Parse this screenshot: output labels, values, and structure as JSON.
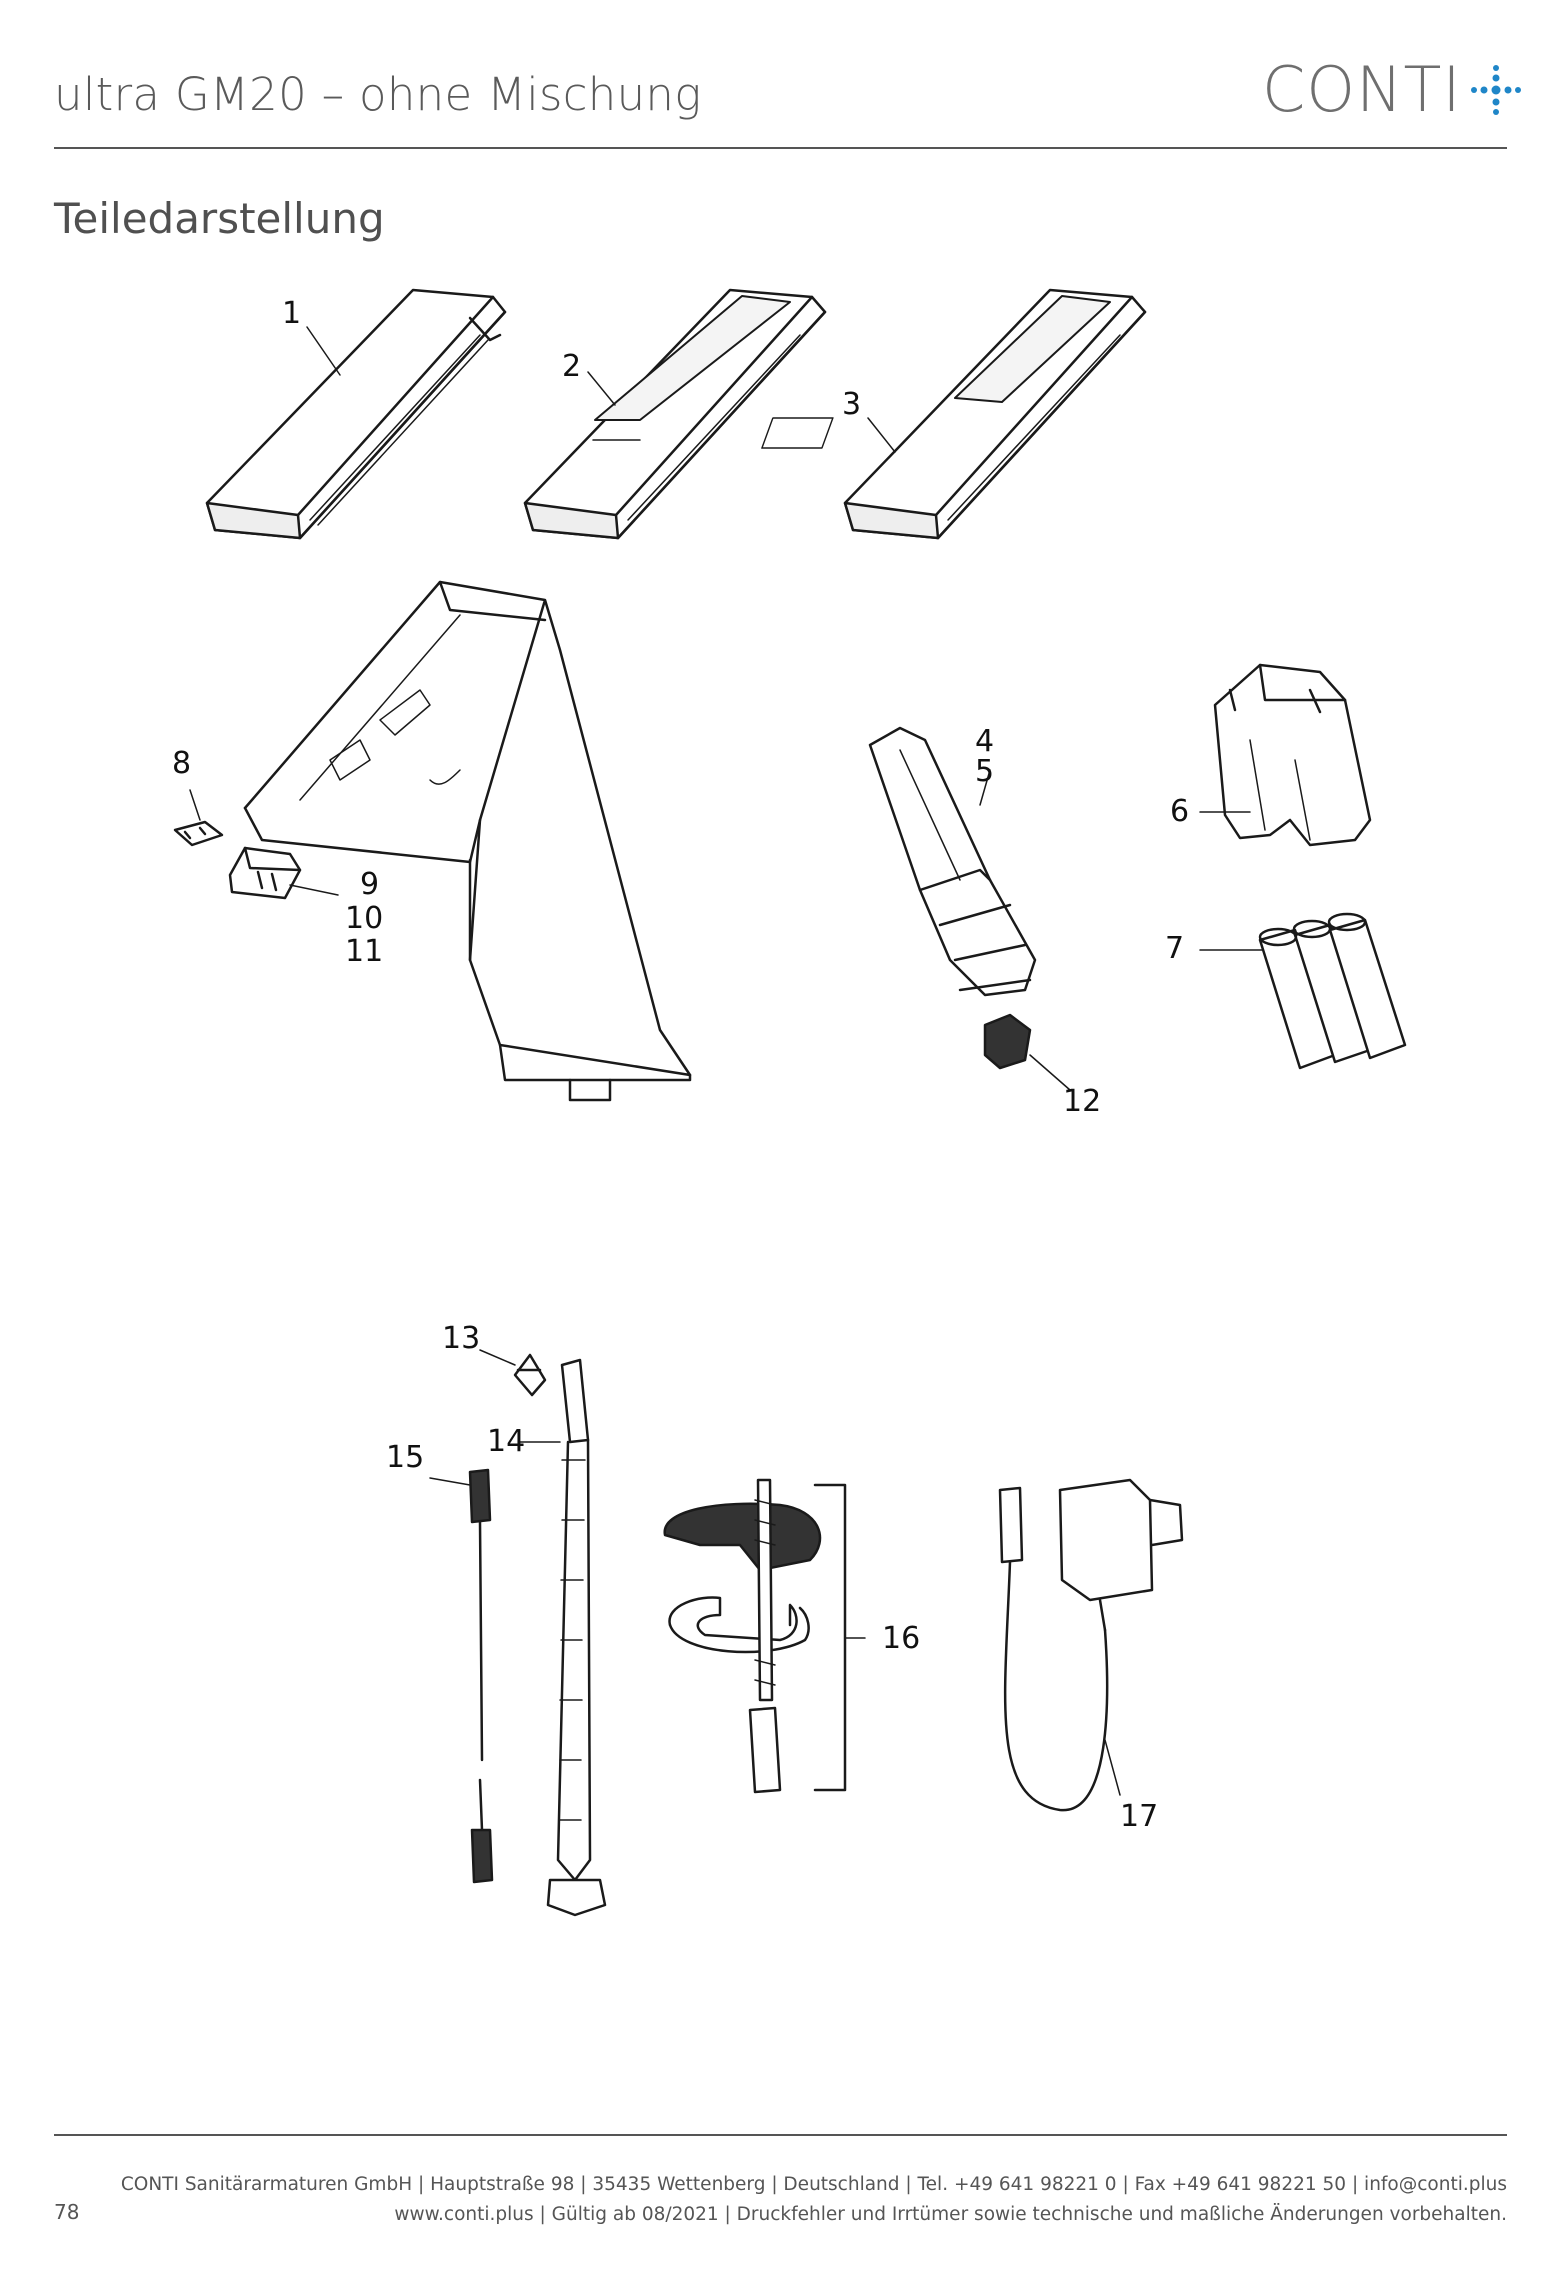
{
  "header": {
    "title": "ultra GM20 – ohne Mischung",
    "logo_text": "CONTI",
    "brand_color": "#1f86c8"
  },
  "section": {
    "title": "Teiledarstellung"
  },
  "callouts": [
    {
      "id": "c1",
      "text": "1"
    },
    {
      "id": "c2",
      "text": "2"
    },
    {
      "id": "c3",
      "text": "3"
    },
    {
      "id": "c4",
      "text": "4"
    },
    {
      "id": "c5",
      "text": "5"
    },
    {
      "id": "c6",
      "text": "6"
    },
    {
      "id": "c7",
      "text": "7"
    },
    {
      "id": "c8",
      "text": "8"
    },
    {
      "id": "c9",
      "text": "9"
    },
    {
      "id": "c10",
      "text": "10"
    },
    {
      "id": "c11",
      "text": "11"
    },
    {
      "id": "c12",
      "text": "12"
    },
    {
      "id": "c13",
      "text": "13"
    },
    {
      "id": "c14",
      "text": "14"
    },
    {
      "id": "c15",
      "text": "15"
    },
    {
      "id": "c16",
      "text": "16"
    },
    {
      "id": "c17",
      "text": "17"
    }
  ],
  "footer": {
    "page_number": "78",
    "line1": "CONTI Sanitärarmaturen GmbH | Hauptstraße 98 | 35435 Wettenberg | Deutschland | Tel. +49 641 98221 0 | Fax +49 641 98221 50 | info@conti.plus",
    "line2": "www.conti.plus | Gültig ab 08/2021 | Druckfehler und Irrtümer sowie technische und maßliche Änderungen vorbehalten."
  }
}
